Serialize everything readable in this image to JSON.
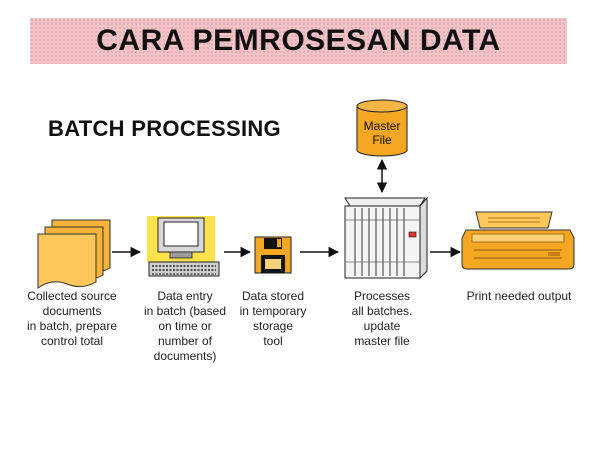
{
  "title": "CARA PEMROSESAN DATA",
  "subtitle": "BATCH PROCESSING",
  "master_file": "Master\nFile",
  "steps": [
    {
      "icon": "documents-icon",
      "caption": "Collected source\ndocuments\nin batch, prepare\ncontrol total"
    },
    {
      "icon": "computer-terminal-icon",
      "caption": "Data entry\nin batch (based\non time or\nnumber of\ndocuments)"
    },
    {
      "icon": "floppy-disk-icon",
      "caption": "Data stored\nin temporary\nstorage\ntool"
    },
    {
      "icon": "server-cabinet-icon",
      "caption": "Processes\nall batches.\nupdate\nmaster file"
    },
    {
      "icon": "printer-icon",
      "caption": "Print needed output"
    }
  ],
  "colors": {
    "accent": "#f5a623",
    "banner": "#f2c4c7",
    "yellow": "#ffe24a"
  }
}
